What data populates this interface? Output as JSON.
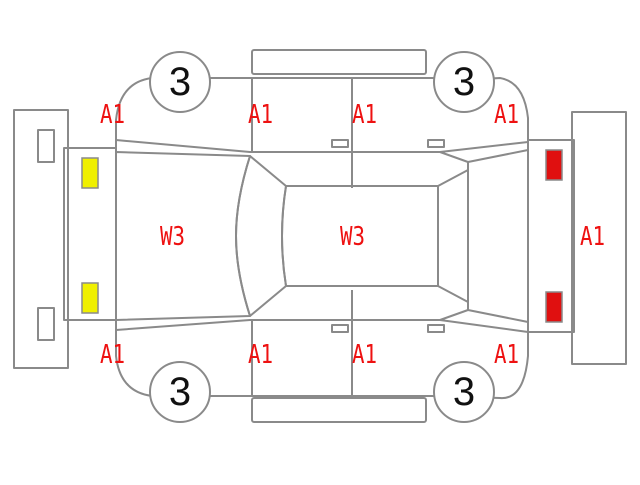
{
  "colors": {
    "line": "#8a8a8a",
    "label": "#ee1111",
    "grade_text": "#111111",
    "front_lights": "#f0f000",
    "rear_lights": "#e01010"
  },
  "wheels": {
    "front_left": "3",
    "rear_left": "3",
    "front_right": "3",
    "rear_right": "3"
  },
  "damage": {
    "top_front_fender": "A1",
    "top_front_door": "A1",
    "top_rear_door": "A1",
    "top_rear_fender": "A1",
    "hood": "W3",
    "roof": "W3",
    "rear_bumper": "A1",
    "bottom_front_fender": "A1",
    "bottom_front_door": "A1",
    "bottom_rear_door": "A1",
    "bottom_rear_fender": "A1"
  }
}
